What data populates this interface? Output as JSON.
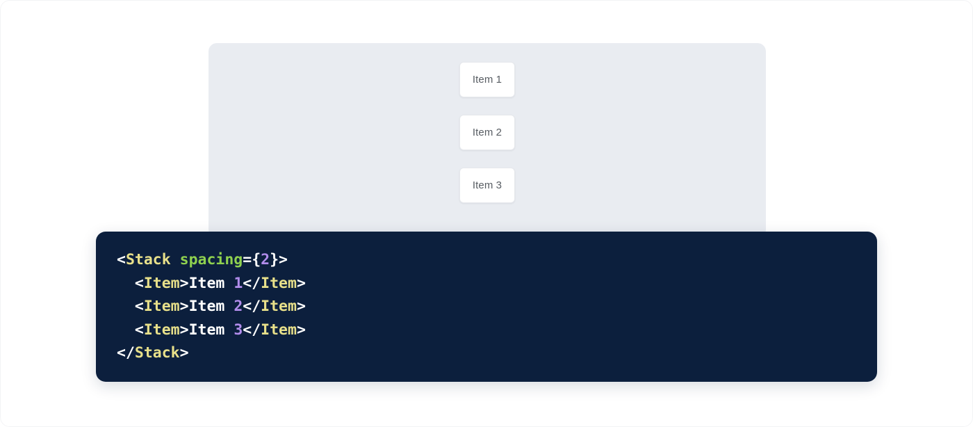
{
  "preview": {
    "panel_bg": "#e9ecf1",
    "items": [
      {
        "label": "Item 1"
      },
      {
        "label": "Item 2"
      },
      {
        "label": "Item 3"
      }
    ]
  },
  "code": {
    "background": "#0c1f3d",
    "language": "jsx",
    "colors": {
      "punctuation": "#ffffff",
      "tag": "#e8e08a",
      "attribute": "#8fd14f",
      "number": "#b18ceb",
      "text": "#ffffff"
    },
    "lines": [
      {
        "indent": "",
        "tokens": [
          {
            "t": "punct",
            "v": "<"
          },
          {
            "t": "tag",
            "v": "Stack"
          },
          {
            "t": "punct",
            "v": " "
          },
          {
            "t": "attr",
            "v": "spacing"
          },
          {
            "t": "punct",
            "v": "={"
          },
          {
            "t": "num",
            "v": "2"
          },
          {
            "t": "punct",
            "v": "}>"
          }
        ]
      },
      {
        "indent": "  ",
        "tokens": [
          {
            "t": "punct",
            "v": "<"
          },
          {
            "t": "tag",
            "v": "Item"
          },
          {
            "t": "punct",
            "v": ">"
          },
          {
            "t": "text",
            "v": "Item "
          },
          {
            "t": "num",
            "v": "1"
          },
          {
            "t": "punct",
            "v": "</"
          },
          {
            "t": "tag",
            "v": "Item"
          },
          {
            "t": "punct",
            "v": ">"
          }
        ]
      },
      {
        "indent": "  ",
        "tokens": [
          {
            "t": "punct",
            "v": "<"
          },
          {
            "t": "tag",
            "v": "Item"
          },
          {
            "t": "punct",
            "v": ">"
          },
          {
            "t": "text",
            "v": "Item "
          },
          {
            "t": "num",
            "v": "2"
          },
          {
            "t": "punct",
            "v": "</"
          },
          {
            "t": "tag",
            "v": "Item"
          },
          {
            "t": "punct",
            "v": ">"
          }
        ]
      },
      {
        "indent": "  ",
        "tokens": [
          {
            "t": "punct",
            "v": "<"
          },
          {
            "t": "tag",
            "v": "Item"
          },
          {
            "t": "punct",
            "v": ">"
          },
          {
            "t": "text",
            "v": "Item "
          },
          {
            "t": "num",
            "v": "3"
          },
          {
            "t": "punct",
            "v": "</"
          },
          {
            "t": "tag",
            "v": "Item"
          },
          {
            "t": "punct",
            "v": ">"
          }
        ]
      },
      {
        "indent": "",
        "tokens": [
          {
            "t": "punct",
            "v": "</"
          },
          {
            "t": "tag",
            "v": "Stack"
          },
          {
            "t": "punct",
            "v": ">"
          }
        ]
      }
    ]
  }
}
